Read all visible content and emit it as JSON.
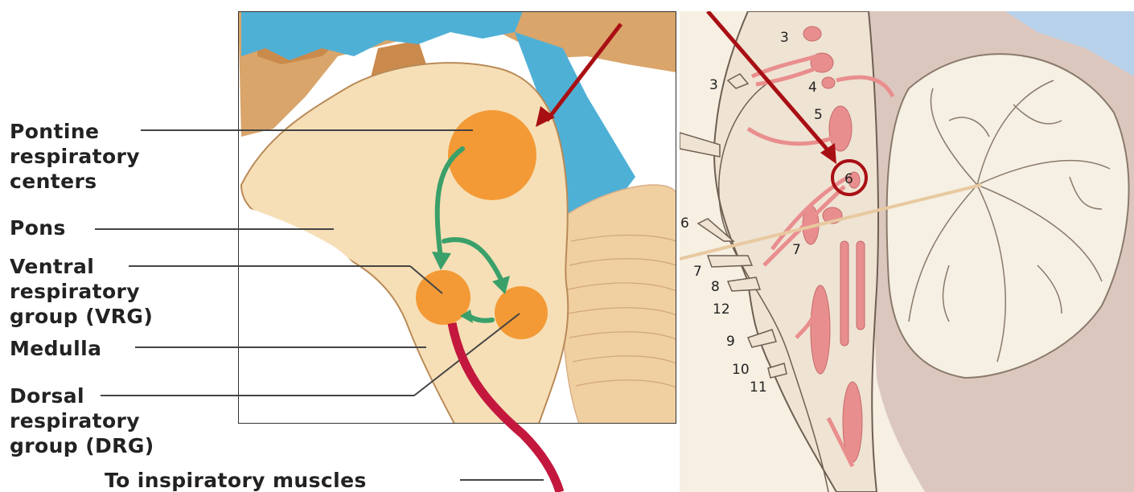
{
  "left_panel": {
    "labels": {
      "pontine": [
        "Pontine",
        "respiratory",
        "centers"
      ],
      "pons": [
        "Pons"
      ],
      "vrg": [
        "Ventral",
        "respiratory",
        "group (VRG)"
      ],
      "medulla": [
        "Medulla"
      ],
      "drg": [
        "Dorsal",
        "respiratory",
        "group (DRG)"
      ],
      "inspiratory": "To inspiratory muscles"
    }
  },
  "right_panel": {
    "nerve_numbers": [
      "3",
      "3",
      "4",
      "5",
      "6",
      "7",
      "6",
      "7",
      "8",
      "12",
      "9",
      "10",
      "11"
    ]
  },
  "colors": {
    "brainstem": "#f6dfb6",
    "cortex_orange": "#d9a56b",
    "ventricle_blue": "#4fb0d6",
    "center_orange": "#f39a36",
    "arrow_green": "#3aa06a",
    "to_muscle_red": "#c3173e",
    "pointer_red": "#a80f14",
    "nerve_pink": "#e98e8e"
  }
}
